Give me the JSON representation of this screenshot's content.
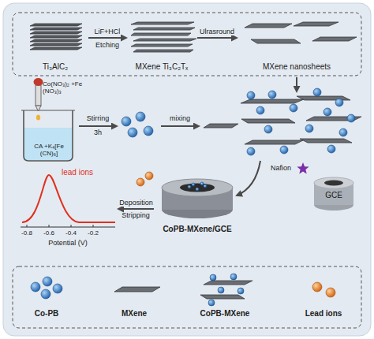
{
  "diagram": {
    "nodes": [
      {
        "text": [
          "Ti₃AlC₂"
        ]
      },
      {
        "text": [
          "MXene Ti₃C₂Tₓ"
        ]
      },
      {
        "text": [
          "MXene nanosheets"
        ]
      },
      {
        "text": [
          "Co(NO₃)₂ +Fe (NO₃)₃",
          "CA +K₄[Fe (CN)₆]"
        ]
      },
      {
        "text": [
          "CoPB-MXene/GCE"
        ]
      },
      {
        "text": [
          "GCE"
        ]
      },
      {
        "text": [
          "lead ions"
        ]
      }
    ],
    "edges": [
      {
        "from": 0,
        "to": 1,
        "arrow": "to",
        "label": "LiF+HCl"
      },
      {
        "from": 1,
        "to": 2,
        "arrow": "to",
        "label": "Ulrasround"
      },
      {
        "from": 4,
        "to": 6,
        "arrow": "to",
        "label": "Deposition"
      }
    ],
    "labels": [
      "Etching",
      "Stirring",
      "3h",
      "mixing",
      "Nafion",
      "Stripping",
      "-0.8",
      "-0.6",
      "-0.4",
      "-0.2",
      "Potential (V)"
    ],
    "legend": [
      {
        "text": "Co-PB"
      },
      {
        "text": "MXene"
      },
      {
        "text": "CoPB-MXene"
      },
      {
        "text": "Lead ions"
      }
    ]
  }
}
